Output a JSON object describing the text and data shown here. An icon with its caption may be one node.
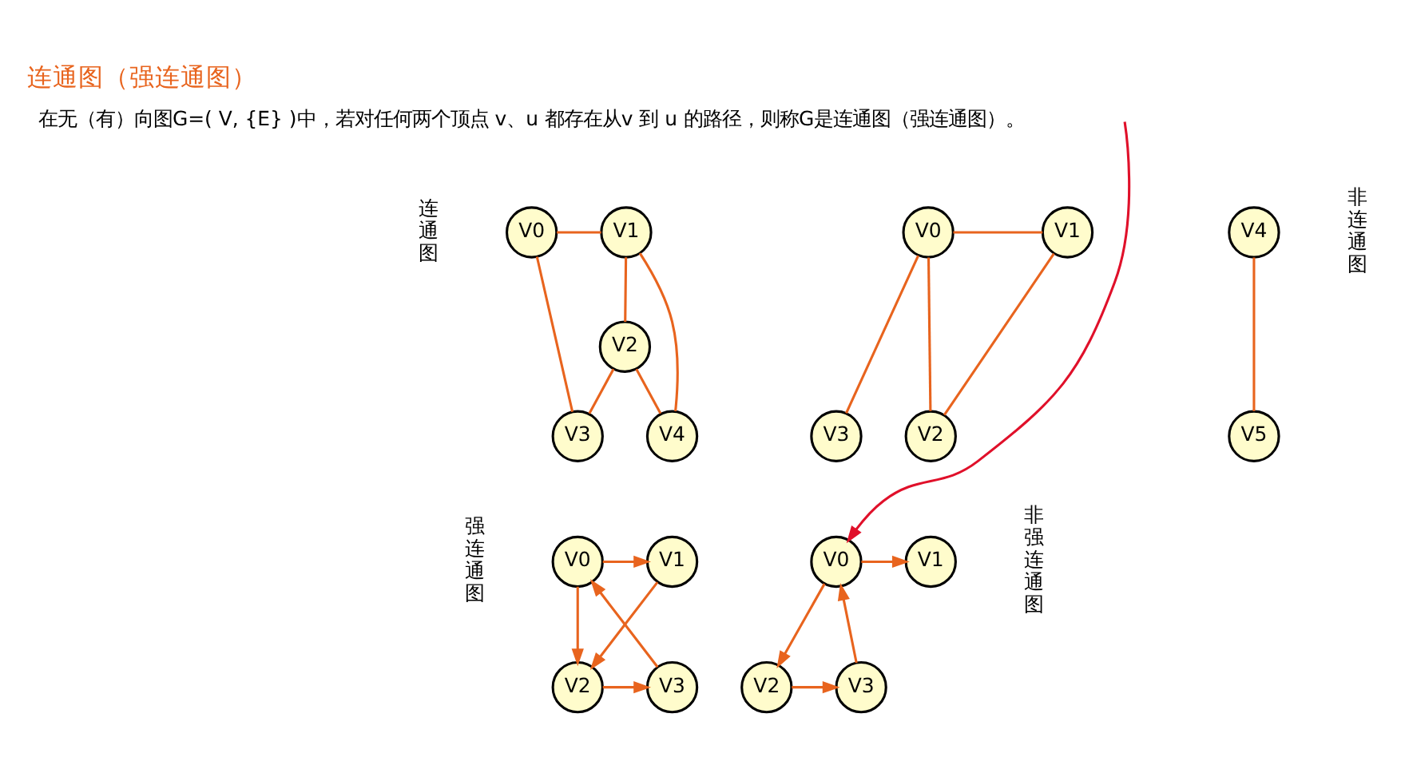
{
  "diagram": {
    "title": "连通图（强连通图）",
    "nodes": [
      {
        "text": [
          "V0"
        ]
      },
      {
        "text": [
          "V1"
        ]
      },
      {
        "text": [
          "V2"
        ]
      },
      {
        "text": [
          "V3"
        ]
      },
      {
        "text": [
          "V4"
        ]
      },
      {
        "text": [
          "V0"
        ]
      },
      {
        "text": [
          "V1"
        ]
      },
      {
        "text": [
          "V3"
        ]
      },
      {
        "text": [
          "V2"
        ]
      },
      {
        "text": [
          "V4"
        ]
      },
      {
        "text": [
          "V5"
        ]
      },
      {
        "text": [
          "V0"
        ]
      },
      {
        "text": [
          "V1"
        ]
      },
      {
        "text": [
          "V2"
        ]
      },
      {
        "text": [
          "V3"
        ]
      },
      {
        "text": [
          "V0"
        ]
      },
      {
        "text": [
          "V1"
        ]
      },
      {
        "text": [
          "V2"
        ]
      },
      {
        "text": [
          "V3"
        ]
      }
    ],
    "edges": [
      {
        "from": 0,
        "to": 1,
        "arrow": "none"
      },
      {
        "from": 0,
        "to": 3,
        "arrow": "none"
      },
      {
        "from": 1,
        "to": 2,
        "arrow": "none"
      },
      {
        "from": 1,
        "to": 4,
        "arrow": "none"
      },
      {
        "from": 2,
        "to": 3,
        "arrow": "none"
      },
      {
        "from": 2,
        "to": 4,
        "arrow": "none"
      },
      {
        "from": 5,
        "to": 6,
        "arrow": "none"
      },
      {
        "from": 5,
        "to": 7,
        "arrow": "none"
      },
      {
        "from": 5,
        "to": 8,
        "arrow": "none"
      },
      {
        "from": 6,
        "to": 8,
        "arrow": "none"
      },
      {
        "from": 9,
        "to": 10,
        "arrow": "none"
      },
      {
        "from": 11,
        "to": 12,
        "arrow": "to"
      },
      {
        "from": 11,
        "to": 13,
        "arrow": "to"
      },
      {
        "from": 12,
        "to": 13,
        "arrow": "to"
      },
      {
        "from": 13,
        "to": 14,
        "arrow": "to"
      },
      {
        "from": 14,
        "to": 11,
        "arrow": "to"
      },
      {
        "from": 15,
        "to": 16,
        "arrow": "to"
      },
      {
        "from": 15,
        "to": 17,
        "arrow": "to"
      },
      {
        "from": 17,
        "to": 18,
        "arrow": "to"
      },
      {
        "from": 18,
        "to": 15,
        "arrow": "to"
      },
      {
        "from": null,
        "to": 15,
        "arrow": "to",
        "color": "#e0102a"
      }
    ],
    "labels": [
      "在无（有）向图G=( V, {E} )中，若对任何两个顶点 v、u 都存在从v 到 u 的路径，则称G是连通图（强连通图）。",
      "连通图",
      "非连通图",
      "强连通图",
      "非强连通图"
    ]
  }
}
